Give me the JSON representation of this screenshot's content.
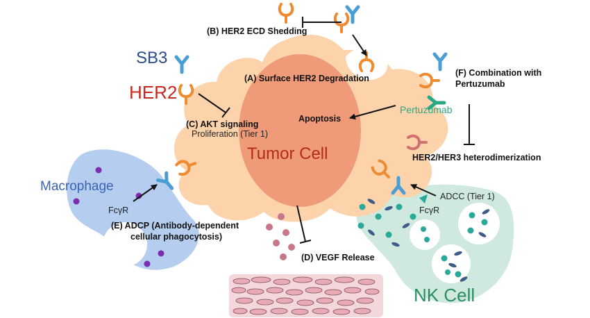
{
  "labels": {
    "sb3": "SB3",
    "her2": "HER2",
    "shedding": "(B) HER2 ECD Shedding",
    "degradation": "(A) Surface HER2 Degradation",
    "combination_line1": "(F) Combination with",
    "combination_line2": "Pertuzumab",
    "pertuzumab": "Pertuzumab",
    "akt": "(C) AKT signaling",
    "proliferation": "Proliferation (Tier 1)",
    "apoptosis": "Apoptosis",
    "tumor_cell": "Tumor Cell",
    "heterodimerization": "HER2/HER3 heterodimerization",
    "macrophage": "Macrophage",
    "fcyr_left": "FcγR",
    "adcp_line1": "(E) ADCP (Antibody-dependent",
    "adcp_line2": "cellular phagocytosis)",
    "adcc": "ADCC (Tier 1)",
    "fcyr_right": "FcγR",
    "vegf": "(D) VEGF Release",
    "nk_cell": "NK Cell"
  },
  "colors": {
    "tumor_outer": "#fcd3aa",
    "tumor_inner": "#ef9a78",
    "her2_receptor": "#ee8a30",
    "antibody": "#4a9ed6",
    "pertuzumab": "#2aa882",
    "sb3_text": "#2d4a8a",
    "her2_text": "#c8281f",
    "tumor_text": "#b52a1a",
    "macrophage": "#b5cdee",
    "macrophage_text": "#3a64b0",
    "nk_cell": "#cfe9df",
    "nk_text": "#2b8c62",
    "granule": "#2aa89a",
    "vegf": "#c67888",
    "vessel": "#e8aab5",
    "her3": "#d07070"
  }
}
